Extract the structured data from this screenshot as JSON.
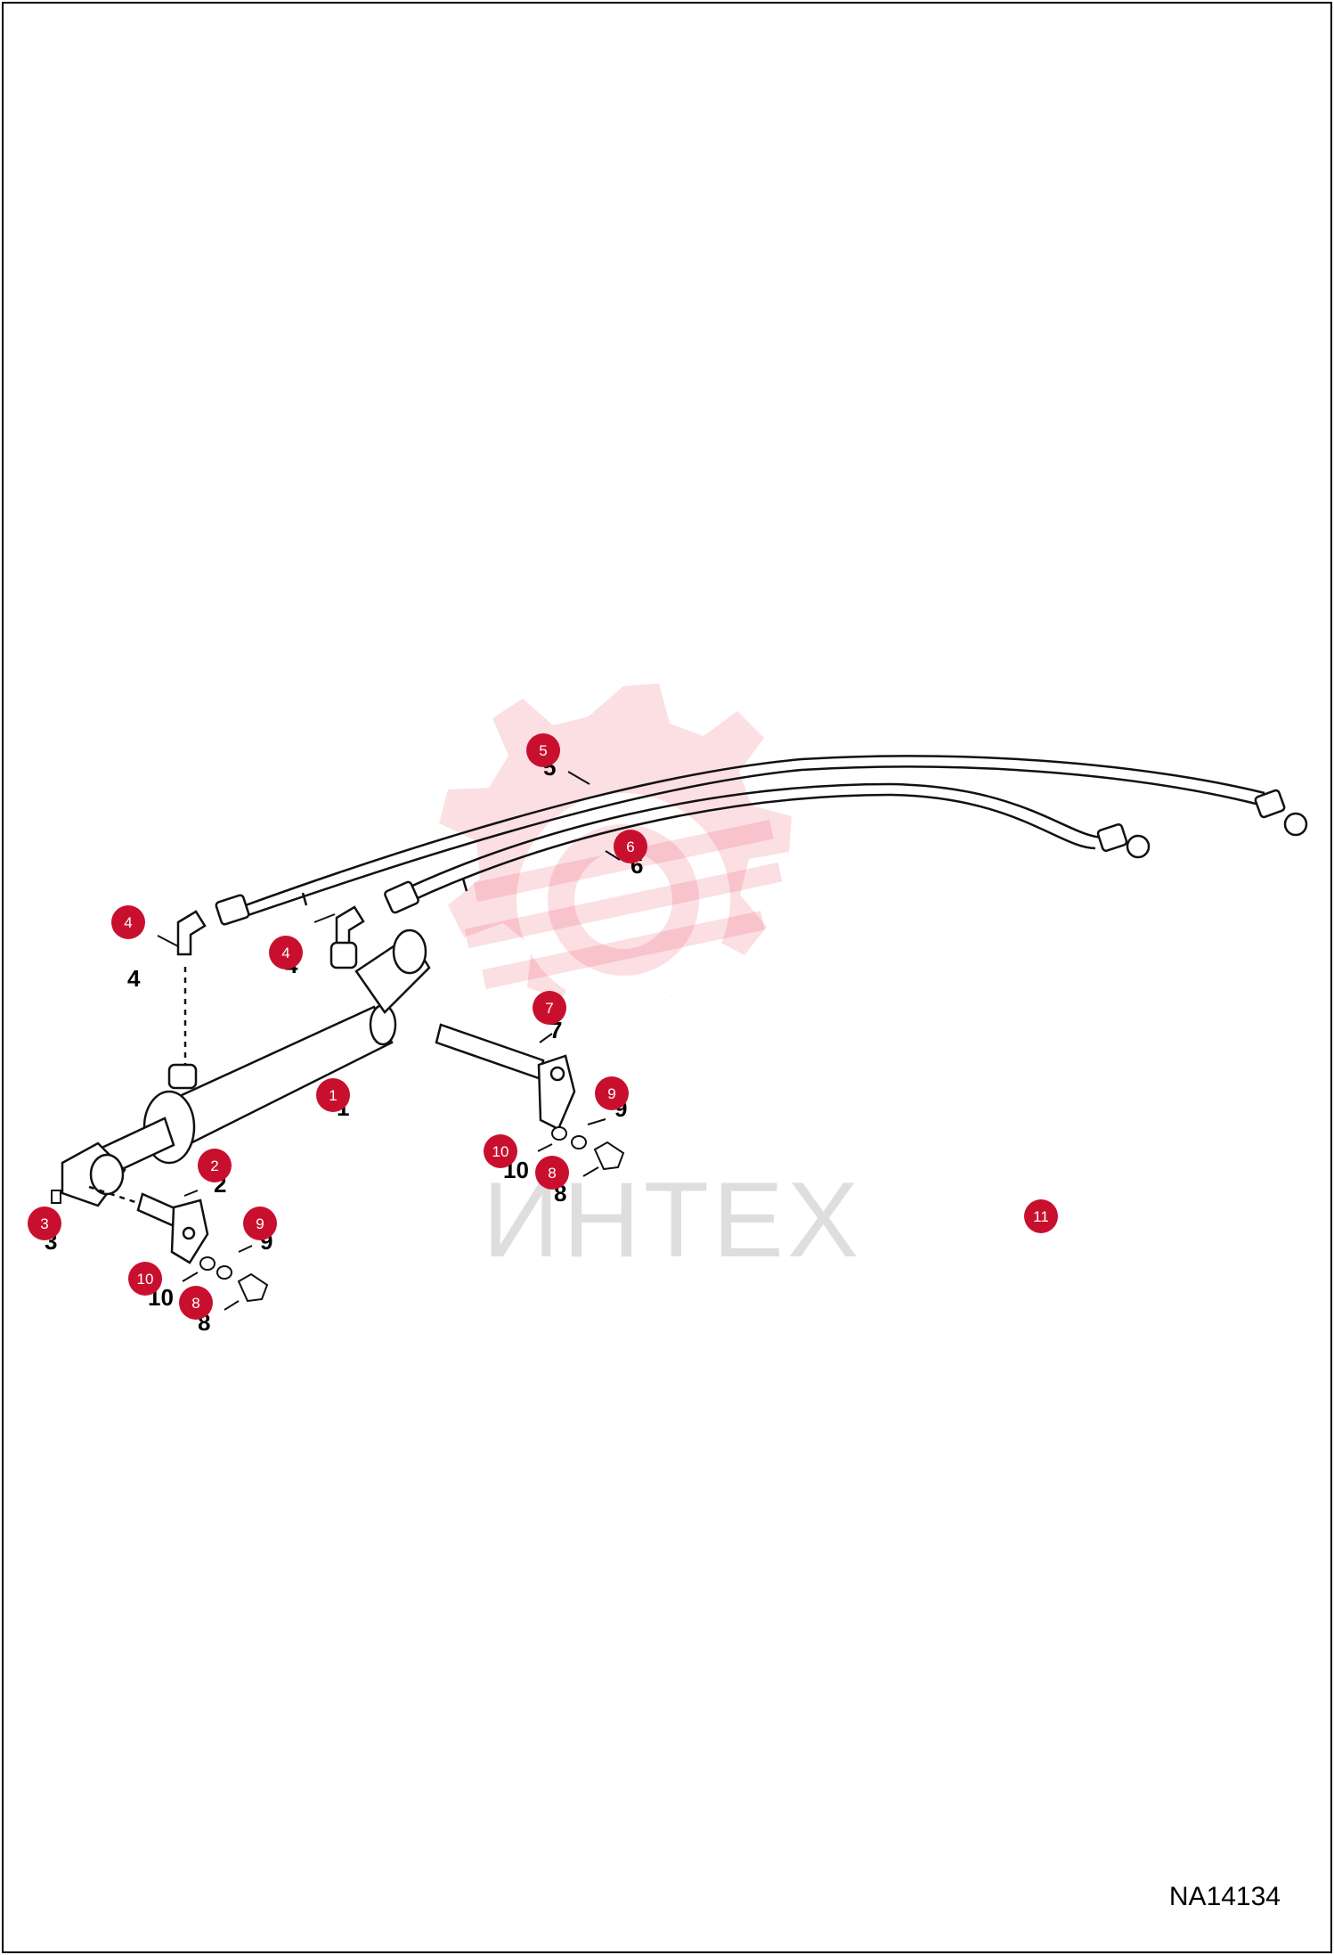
{
  "diagram": {
    "watermark_text": "ИНТЕХ",
    "watermark_color": "#e8102e",
    "callout_color": "#c8102e",
    "document_code": "NA14134",
    "callouts": [
      {
        "label": "1",
        "part": "1"
      },
      {
        "label": "2",
        "part": "2"
      },
      {
        "label": "3",
        "part": "3"
      },
      {
        "label": "4",
        "part": "4"
      },
      {
        "label": "4",
        "part": "4"
      },
      {
        "label": "5",
        "part": "5"
      },
      {
        "label": "6",
        "part": "6"
      },
      {
        "label": "7",
        "part": "7"
      },
      {
        "label": "8",
        "part": "8"
      },
      {
        "label": "8",
        "part": "8"
      },
      {
        "label": "9",
        "part": "9"
      },
      {
        "label": "9",
        "part": "9"
      },
      {
        "label": "10",
        "part": "10"
      },
      {
        "label": "10",
        "part": "10"
      },
      {
        "label": "11",
        "part": ""
      }
    ]
  }
}
